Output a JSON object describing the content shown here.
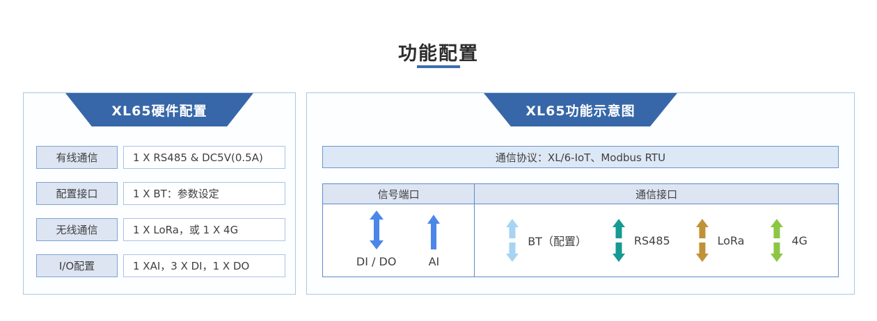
{
  "page": {
    "title": "功能配置",
    "accent_color": "#3b6cb0",
    "header_color": "#3767a8"
  },
  "left_panel": {
    "header": "XL65硬件配置",
    "rows": [
      {
        "label": "有线通信",
        "value": "1 X RS485 & DC5V(0.5A)"
      },
      {
        "label": "配置接口",
        "value": "1 X BT：参数设定"
      },
      {
        "label": "无线通信",
        "value": "1 X LoRa，或 1 X 4G"
      },
      {
        "label": "I/O配置",
        "value": "1 XAI，3 X DI，1 X DO"
      }
    ]
  },
  "right_panel": {
    "header": "XL65功能示意图",
    "protocol_bar": "通信协议：XL/6-IoT、Modbus RTU",
    "columns": {
      "signal_ports": "信号端口",
      "comm_interfaces": "通信接口"
    },
    "signal_ports": [
      {
        "label": "DI / DO",
        "arrow": "double-headed-up-down",
        "color": "#4a87e8"
      },
      {
        "label": "AI",
        "arrow": "single-up",
        "color": "#4a87e8"
      }
    ],
    "comm_interfaces": [
      {
        "label": "BT（配置）",
        "arrow": "split-up-down",
        "color": "#a6d4f2"
      },
      {
        "label": "RS485",
        "arrow": "split-up-down",
        "color": "#169a92"
      },
      {
        "label": "LoRa",
        "arrow": "split-up-down",
        "color": "#c19138"
      },
      {
        "label": "4G",
        "arrow": "split-up-down",
        "color": "#8cc644"
      }
    ]
  }
}
